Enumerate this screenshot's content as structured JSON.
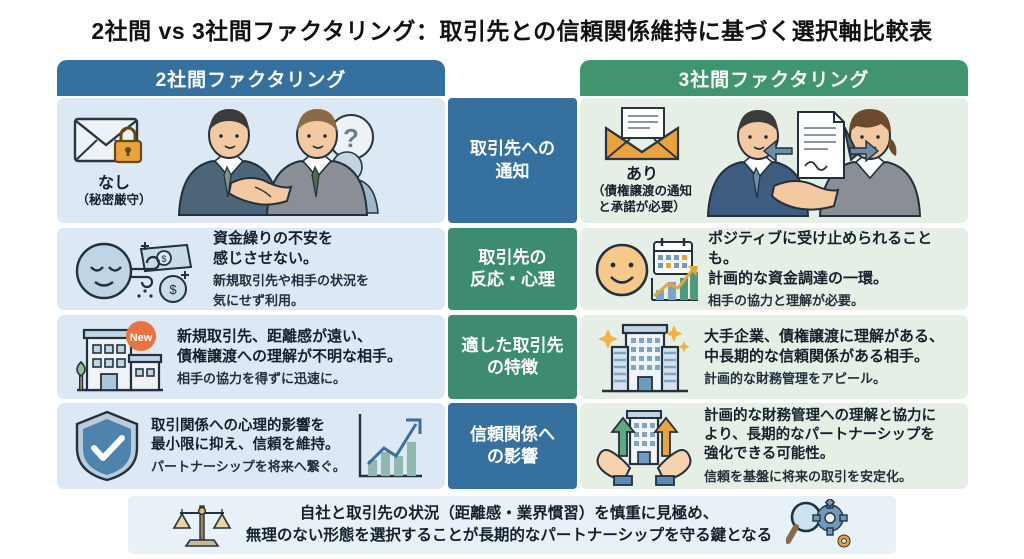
{
  "title": "2社間 vs 3社間ファクタリング：取引先との信頼関係維持に基づく選択軸比較表",
  "columns": {
    "left_header": "2社間ファクタリング",
    "right_header": "3社間ファクタリング"
  },
  "colors": {
    "blue": "#36709E",
    "green": "#3E8C70",
    "left_panel_bg": "#DCE8F3",
    "right_panel_bg": "#E6EFE6",
    "summary_bg": "#E8F0F8",
    "title_text": "#111111"
  },
  "rows": [
    {
      "label": "取引先への\n通知",
      "label_line1": "取引先への",
      "label_line2": "通知",
      "label_color": "blue",
      "left": {
        "icon": "envelope-lock-icon",
        "caption_main": "なし",
        "caption_sub": "（秘密厳守）",
        "scene_icon": "handshake-with-unknown-person-icon"
      },
      "right": {
        "icon": "open-envelope-icon",
        "caption_main": "あり",
        "caption_sub_line1": "（債権譲渡の通知",
        "caption_sub_line2": "と承諾が必要）",
        "scene_icon": "handshake-with-signed-document-icon"
      }
    },
    {
      "label_line1": "取引先の",
      "label_line2": "反応・心理",
      "label_color": "green",
      "left": {
        "icon": "calm-face-money-icon",
        "big_line1": "資金繰りの不安を",
        "big_line2": "感じさせない。",
        "small_line1": "新規取引先や相手の状況を",
        "small_line2": "気にせず利用。"
      },
      "right": {
        "icon": "smiley-calendar-growth-chart-icon",
        "big_line1": "ポジティブに受け止められることも。",
        "big_line2": "計画的な資金調達の一環。",
        "small_line1": "相手の協力と理解が必要。"
      }
    },
    {
      "label_line1": "適した取引先",
      "label_line2": "の特徴",
      "label_color": "green",
      "left": {
        "icon": "small-office-building-new-badge-icon",
        "badge_text": "New",
        "big_line1": "新規取引先、距離感が遠い、",
        "big_line2": "債権譲渡への理解が不明な相手。",
        "small_line1": "相手の協力を得ずに迅速に。"
      },
      "right": {
        "icon": "large-building-sparkle-icon",
        "big_line1": "大手企業、債権譲渡に理解がある、",
        "big_line2": "中長期的な信頼関係がある相手。",
        "small_line1": "計画的な財務管理をアピール。"
      }
    },
    {
      "label_line1": "信頼関係へ",
      "label_line2": "の影響",
      "label_color": "blue",
      "left": {
        "icon": "shield-check-icon",
        "trailing_icon": "growth-bar-chart-icon",
        "big_line1": "取引関係への心理的影響を",
        "big_line2": "最小限に抑え、信頼を維持。",
        "small_line1": "パートナーシップを将来へ繋ぐ。"
      },
      "right": {
        "icon": "hands-holding-building-arrows-icon",
        "big_line1": "計画的な財務管理への理解と協力に",
        "big_line2": "より、長期的なパートナーシップを",
        "big_line3": "強化できる可能性。",
        "small_line1": "信頼を基盤に将来の取引を安定化。"
      }
    }
  ],
  "summary": {
    "left_icon": "balance-scale-icon",
    "right_icon": "magnifier-gear-icon",
    "line1": "自社と取引先の状況（距離感・業界慣習）を慎重に見極め、",
    "line2": "無理のない形態を選択することが長期的なパートナーシップを守る鍵となる"
  }
}
